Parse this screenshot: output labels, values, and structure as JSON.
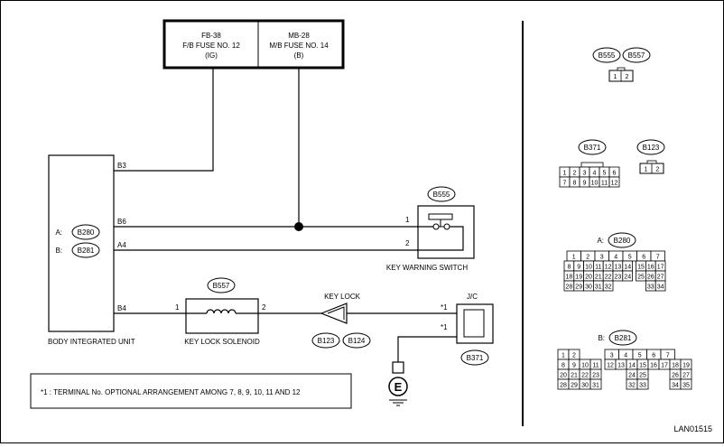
{
  "fuse_box": {
    "left": {
      "line1": "FB-38",
      "line2": "F/B FUSE NO. 12",
      "line3": "(IG)"
    },
    "right": {
      "line1": "MB-28",
      "line2": "M/B FUSE NO. 14",
      "line3": "(B)"
    }
  },
  "body_unit": {
    "label": "BODY INTEGRATED UNIT",
    "conn_a_prefix": "A:",
    "conn_a": "B280",
    "conn_b_prefix": "B:",
    "conn_b": "B281",
    "pins": {
      "b3": "B3",
      "b6": "B6",
      "a4": "A4",
      "b4": "B4"
    }
  },
  "key_warning_switch": {
    "label": "KEY WARNING SWITCH",
    "connector": "B555",
    "pin1": "1",
    "pin2": "2"
  },
  "key_lock_solenoid": {
    "label": "KEY LOCK SOLENOID",
    "connector": "B557",
    "pin1": "1",
    "pin2": "2"
  },
  "key_lock": {
    "label": "KEY LOCK",
    "conn1": "B123",
    "conn2": "B124"
  },
  "joint_connector": {
    "label": "J/C",
    "connector": "B371",
    "pin_a": "*1",
    "pin_b": "*1"
  },
  "ground": {
    "label": "E"
  },
  "footnote": "*1 : TERMINAL No. OPTIONAL ARRANGEMENT AMONG 7, 8, 9, 10, 11 AND 12",
  "figure_code": "LAN01515",
  "connector_views": {
    "b555_b557": {
      "tags": [
        "B555",
        "B557"
      ],
      "pins": [
        "1",
        "2"
      ]
    },
    "b371": {
      "tag": "B371",
      "row1": [
        "1",
        "2",
        "3",
        "4",
        "5",
        "6"
      ],
      "row2": [
        "7",
        "8",
        "9",
        "10",
        "11",
        "12"
      ]
    },
    "b123": {
      "tag": "B123",
      "pins": [
        "1",
        "2"
      ]
    },
    "b280": {
      "prefix": "A:",
      "tag": "B280",
      "row1": [
        "1",
        "2",
        "3",
        "4",
        "5",
        "6",
        "7"
      ],
      "row2": [
        "8",
        "9",
        "10",
        "11",
        "12",
        "13",
        "14",
        "15",
        "16",
        "17"
      ],
      "row3": [
        "18",
        "19",
        "20",
        "21",
        "22",
        "23",
        "24",
        "25",
        "26",
        "27"
      ],
      "row4": [
        "28",
        "29",
        "30",
        "31",
        "32",
        "33",
        "34"
      ]
    },
    "b281": {
      "prefix": "B:",
      "tag": "B281",
      "row1": [
        "1",
        "2",
        "3",
        "4",
        "5",
        "6",
        "7"
      ],
      "row2": [
        "8",
        "9",
        "10",
        "11",
        "12",
        "13",
        "14",
        "15",
        "16",
        "17",
        "18",
        "19"
      ],
      "row3": [
        "20",
        "21",
        "22",
        "23",
        "24",
        "25",
        "26",
        "27"
      ],
      "row4": [
        "28",
        "29",
        "30",
        "31",
        "32",
        "33",
        "34",
        "35"
      ]
    }
  }
}
